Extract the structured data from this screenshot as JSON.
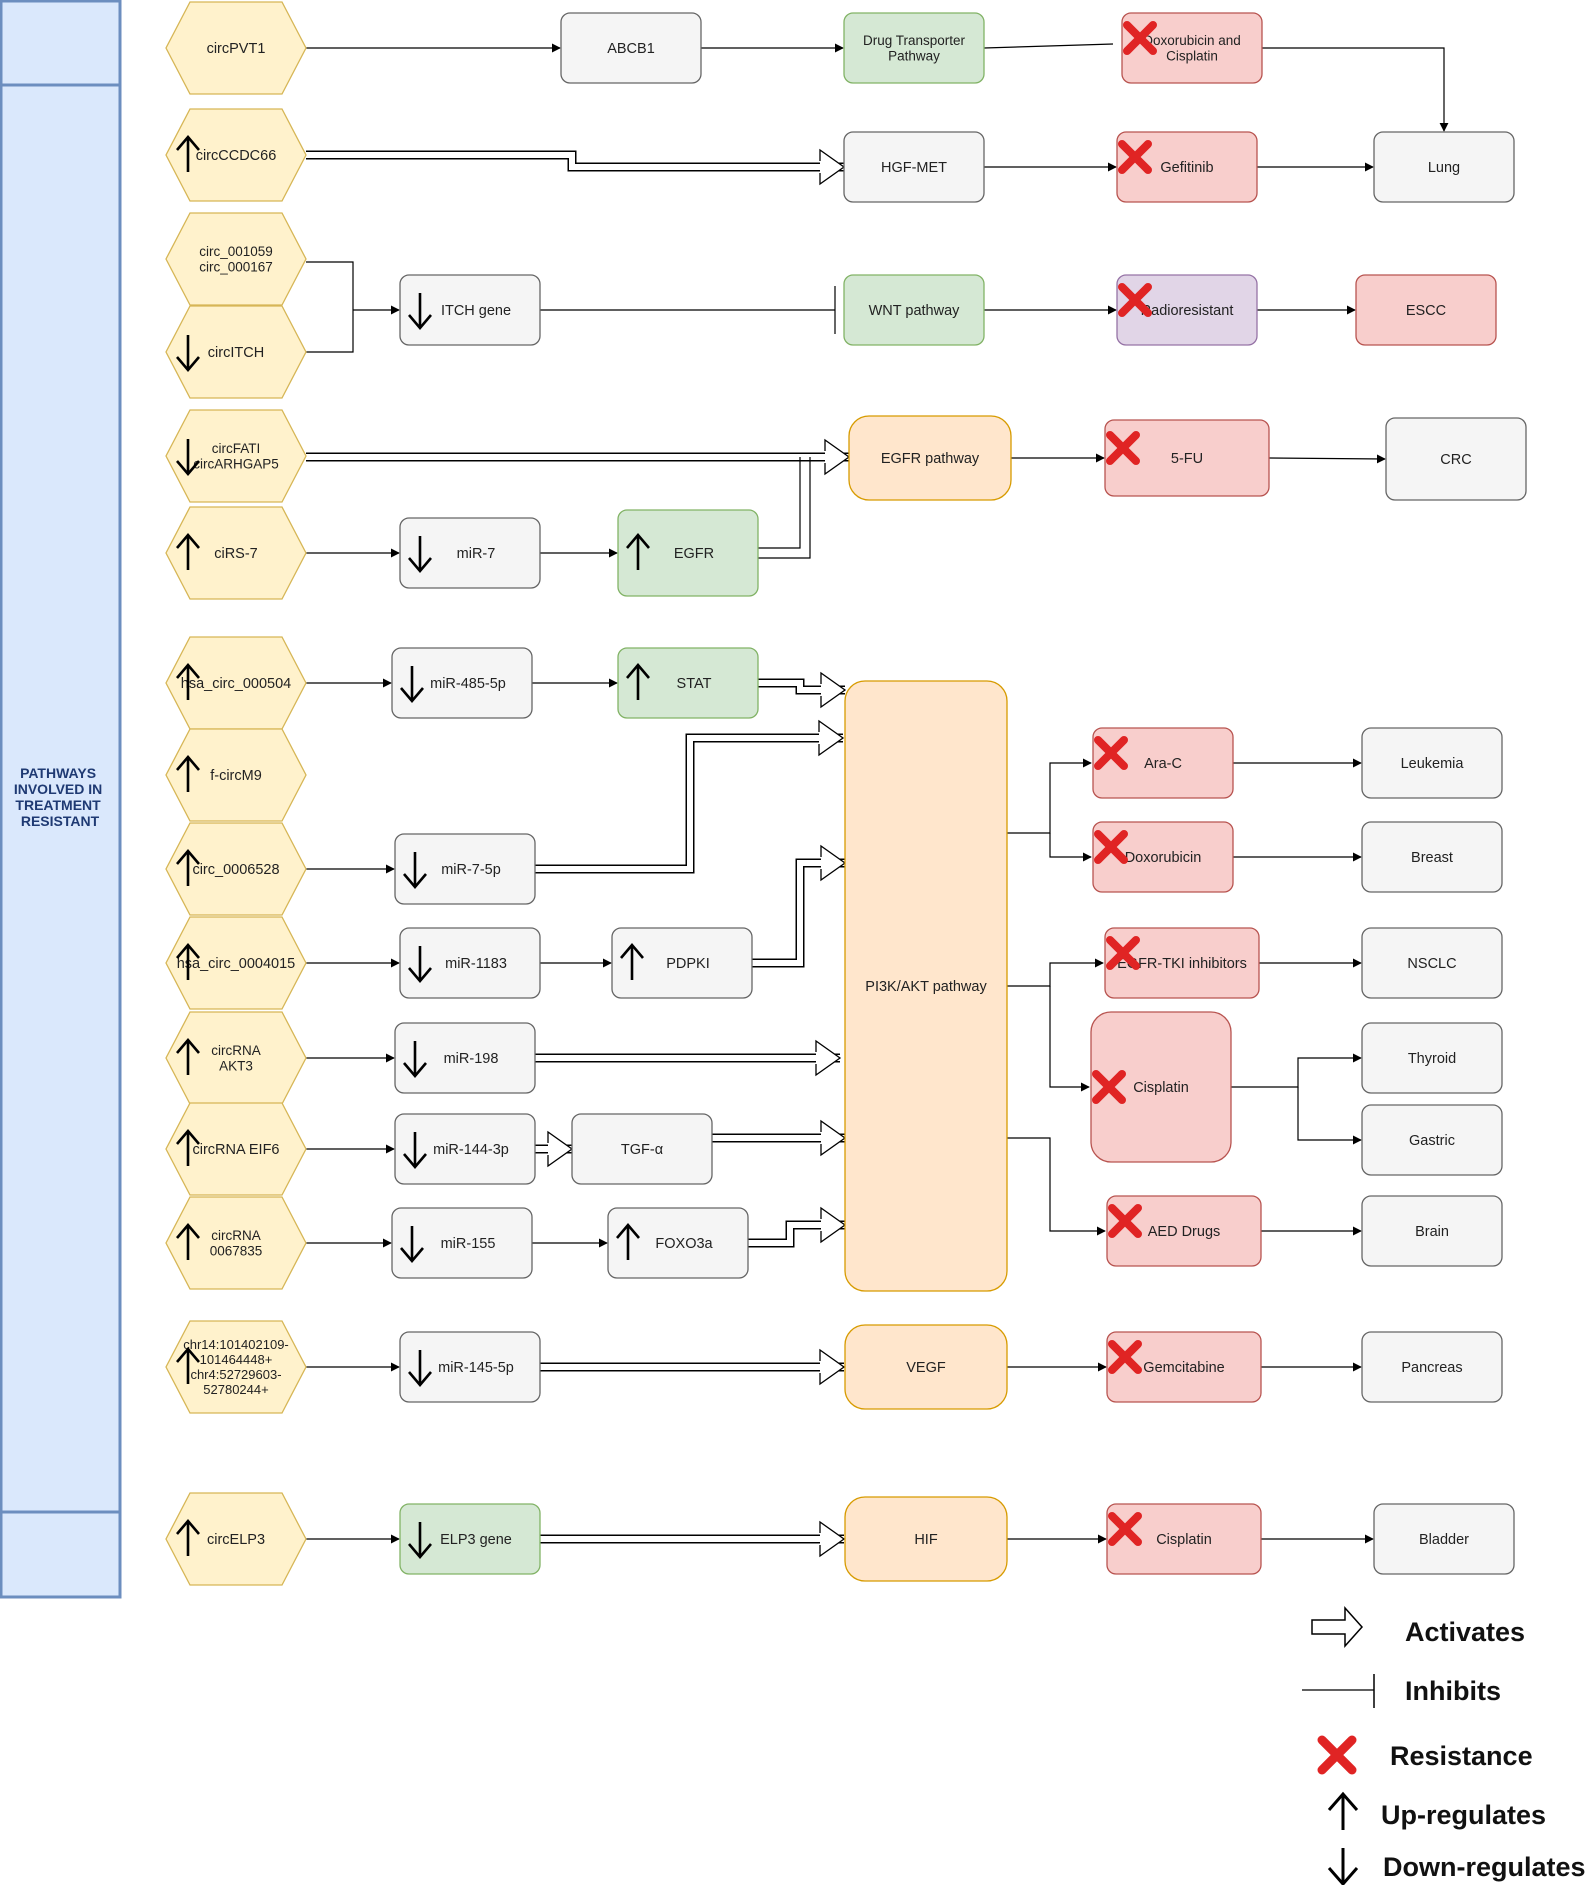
{
  "side_panel": {
    "label_lines": [
      "PATHWAYS",
      "INVOLVED IN",
      "TREATMENT",
      "RESISTANT"
    ]
  },
  "colors": {
    "hex_fill": "#fff2cc",
    "hex_stroke": "#d6b656",
    "gray_fill": "#f5f5f5",
    "gray_stroke": "#666666",
    "green_fill": "#d5e8d4",
    "green_stroke": "#82b366",
    "red_fill": "#f8cecc",
    "red_stroke": "#b85450",
    "orange_fill": "#ffe6cc",
    "orange_stroke": "#d79b00",
    "purple_fill": "#e1d5e7",
    "purple_stroke": "#9673a6",
    "panel_fill": "#dae8fc",
    "panel_stroke": "#6c8ebf",
    "resistance_mark": "#e02424"
  },
  "nodes": {
    "circPVT1": {
      "lines": [
        "circPVT1"
      ],
      "style": "hex"
    },
    "ABCB1": {
      "lines": [
        "ABCB1"
      ],
      "style": "gray"
    },
    "drug_transporter": {
      "lines": [
        "Drug Transporter",
        "Pathway"
      ],
      "style": "green"
    },
    "dox_cis": {
      "lines": [
        "Doxorubicin and",
        "Cisplatin"
      ],
      "style": "red",
      "resistance": true
    },
    "circCCDC66": {
      "lines": [
        "circCCDC66"
      ],
      "style": "hex",
      "reg": "up"
    },
    "HGF_MET": {
      "lines": [
        "HGF-MET"
      ],
      "style": "gray"
    },
    "gefitinib": {
      "lines": [
        "Gefitinib"
      ],
      "style": "red",
      "resistance": true
    },
    "lung": {
      "lines": [
        "Lung"
      ],
      "style": "gray"
    },
    "circ_001059": {
      "lines": [
        "circ_001059",
        "circ_000167"
      ],
      "style": "hex"
    },
    "circITCH": {
      "lines": [
        "circITCH"
      ],
      "style": "hex",
      "reg": "down"
    },
    "ITCH_gene": {
      "lines": [
        "ITCH gene"
      ],
      "style": "gray",
      "reg": "down"
    },
    "WNT": {
      "lines": [
        "WNT pathway"
      ],
      "style": "green"
    },
    "radioresistant": {
      "lines": [
        "Radioresistant"
      ],
      "style": "purple",
      "resistance": true
    },
    "ESCC": {
      "lines": [
        "ESCC"
      ],
      "style": "red"
    },
    "circFATI": {
      "lines": [
        "circFATI",
        "circARHGAP5"
      ],
      "style": "hex",
      "reg": "down"
    },
    "EGFR_pathway": {
      "lines": [
        "EGFR pathway"
      ],
      "style": "orange"
    },
    "fiveFU": {
      "lines": [
        "5-FU"
      ],
      "style": "red",
      "resistance": true
    },
    "CRC": {
      "lines": [
        "CRC"
      ],
      "style": "gray"
    },
    "ciRS7": {
      "lines": [
        "ciRS-7"
      ],
      "style": "hex",
      "reg": "up"
    },
    "miR7": {
      "lines": [
        "miR-7"
      ],
      "style": "gray",
      "reg": "down"
    },
    "EGFR": {
      "lines": [
        "EGFR"
      ],
      "style": "green",
      "reg": "up"
    },
    "hsa_000504": {
      "lines": [
        "hsa_circ_000504"
      ],
      "style": "hex",
      "reg": "up"
    },
    "miR485": {
      "lines": [
        "miR-485-5p"
      ],
      "style": "gray",
      "reg": "down"
    },
    "STAT": {
      "lines": [
        "STAT"
      ],
      "style": "green",
      "reg": "up"
    },
    "PI3K": {
      "lines": [
        "PI3K/AKT pathway"
      ],
      "style": "orange"
    },
    "fcircM9": {
      "lines": [
        "f-circM9"
      ],
      "style": "hex",
      "reg": "up"
    },
    "circ_0006528": {
      "lines": [
        "circ_0006528"
      ],
      "style": "hex",
      "reg": "up"
    },
    "miR7_5p": {
      "lines": [
        "miR-7-5p"
      ],
      "style": "gray",
      "reg": "down"
    },
    "hsa_0004015": {
      "lines": [
        "hsa_circ_0004015"
      ],
      "style": "hex",
      "reg": "up"
    },
    "miR1183": {
      "lines": [
        "miR-1183"
      ],
      "style": "gray",
      "reg": "down"
    },
    "PDPKI": {
      "lines": [
        "PDPKI"
      ],
      "style": "gray",
      "reg": "up"
    },
    "circAKT3": {
      "lines": [
        "circRNA",
        "AKT3"
      ],
      "style": "hex",
      "reg": "up"
    },
    "miR198": {
      "lines": [
        "miR-198"
      ],
      "style": "gray",
      "reg": "down"
    },
    "circEIF6": {
      "lines": [
        "circRNA EIF6"
      ],
      "style": "hex",
      "reg": "up"
    },
    "miR144": {
      "lines": [
        "miR-144-3p"
      ],
      "style": "gray",
      "reg": "down"
    },
    "TGFa": {
      "lines": [
        "TGF-α"
      ],
      "style": "gray"
    },
    "circ0067835": {
      "lines": [
        "circRNA",
        "0067835"
      ],
      "style": "hex",
      "reg": "up"
    },
    "miR155": {
      "lines": [
        "miR-155"
      ],
      "style": "gray",
      "reg": "down"
    },
    "FOXO3a": {
      "lines": [
        "FOXO3a"
      ],
      "style": "gray",
      "reg": "up"
    },
    "AraC": {
      "lines": [
        "Ara-C"
      ],
      "style": "red",
      "resistance": true
    },
    "leukemia": {
      "lines": [
        "Leukemia"
      ],
      "style": "gray"
    },
    "doxorubicin": {
      "lines": [
        "Doxorubicin"
      ],
      "style": "red",
      "resistance": true
    },
    "breast": {
      "lines": [
        "Breast"
      ],
      "style": "gray"
    },
    "EGFR_TKI": {
      "lines": [
        "EGFR-TKI inhibitors"
      ],
      "style": "red",
      "resistance": true
    },
    "NSCLC": {
      "lines": [
        "NSCLC"
      ],
      "style": "gray"
    },
    "cisplatin_big": {
      "lines": [
        "Cisplatin"
      ],
      "style": "red",
      "resistance": true
    },
    "thyroid": {
      "lines": [
        "Thyroid"
      ],
      "style": "gray"
    },
    "gastric": {
      "lines": [
        "Gastric"
      ],
      "style": "gray"
    },
    "AED": {
      "lines": [
        "AED Drugs"
      ],
      "style": "red",
      "resistance": true
    },
    "brain": {
      "lines": [
        "Brain"
      ],
      "style": "gray"
    },
    "chr14": {
      "lines": [
        "chr14:101402109-",
        "101464448+",
        "chr4:52729603-",
        "52780244+"
      ],
      "style": "hex",
      "reg": "up"
    },
    "miR145": {
      "lines": [
        "miR-145-5p"
      ],
      "style": "gray",
      "reg": "down"
    },
    "VEGF": {
      "lines": [
        "VEGF"
      ],
      "style": "orange"
    },
    "gemcitabine": {
      "lines": [
        "Gemcitabine"
      ],
      "style": "red",
      "resistance": true
    },
    "pancreas": {
      "lines": [
        "Pancreas"
      ],
      "style": "gray"
    },
    "circELP3": {
      "lines": [
        "circELP3"
      ],
      "style": "hex",
      "reg": "up"
    },
    "ELP3_gene": {
      "lines": [
        "ELP3 gene"
      ],
      "style": "green",
      "reg": "down"
    },
    "HIF": {
      "lines": [
        "HIF"
      ],
      "style": "orange"
    },
    "cisplatin_hif": {
      "lines": [
        "Cisplatin"
      ],
      "style": "red",
      "resistance": true
    },
    "bladder": {
      "lines": [
        "Bladder"
      ],
      "style": "gray"
    }
  },
  "legend": {
    "activates": "Activates",
    "inhibits": "Inhibits",
    "resistance": "Resistance",
    "up": "Up-regulates",
    "down": "Down-regulates"
  }
}
